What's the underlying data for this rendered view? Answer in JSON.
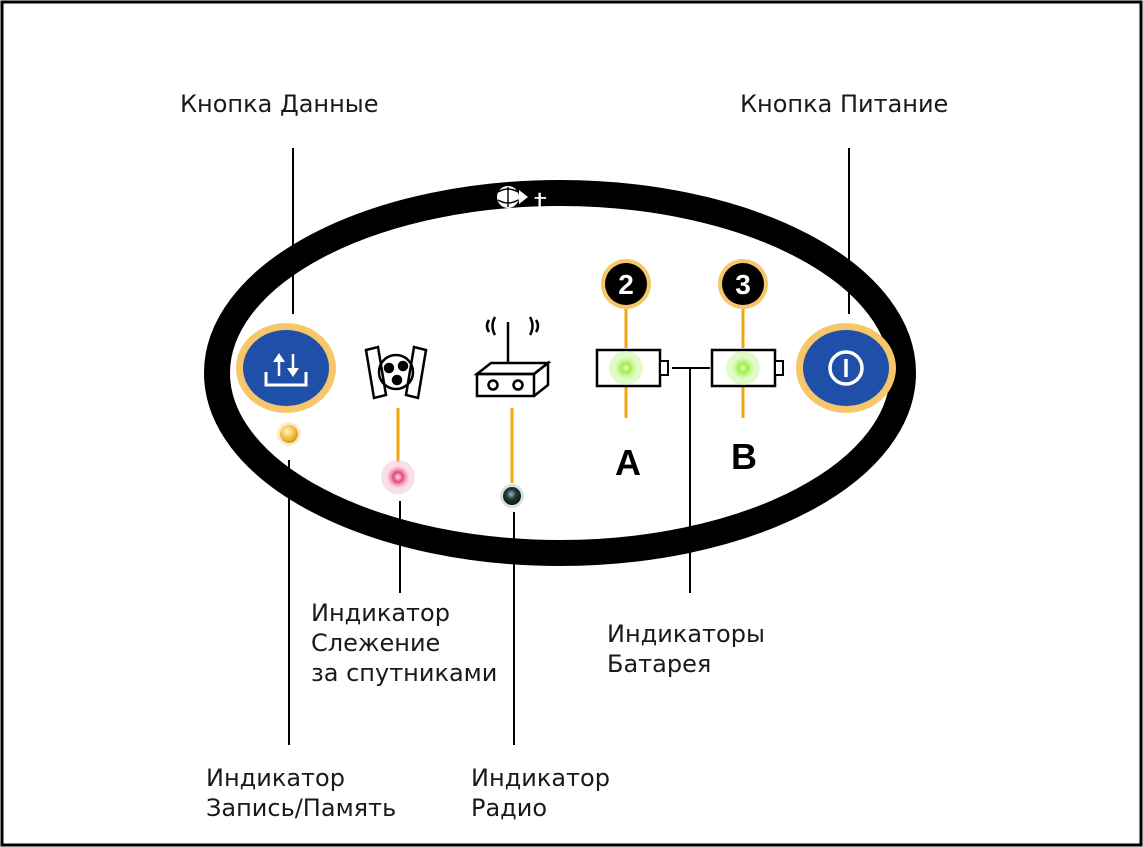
{
  "labels": {
    "data_button": "Кнопка Данные",
    "power_button": "Кнопка Питание",
    "sat_tracking": [
      "Индикатор",
      "Слежение",
      "за спутниками"
    ],
    "battery_indicators": [
      "Индикаторы",
      "Батарея"
    ],
    "record_memory": [
      "Индикатор",
      "Запись/Память"
    ],
    "radio": [
      "Индикатор",
      "Радио"
    ]
  },
  "panel": {
    "logo_text": "t",
    "battery_a_number": "2",
    "battery_b_number": "3",
    "battery_a_letter": "A",
    "battery_b_letter": "B"
  },
  "colors": {
    "panel_ring": "#000000",
    "button_blue": "#1f4fa8",
    "button_rim": "#f5c76a",
    "leader_orange": "#f2a60c",
    "record_led": "#f7c34a",
    "satellite_led": "#e8457e",
    "radio_led": "#243a3a",
    "battery_led": "#7fe82a"
  },
  "icons": {
    "data_button": "upload-download-arrows-icon",
    "power_button": "power-icon",
    "satellite": "satellite-icon",
    "radio": "radio-antenna-icon",
    "battery": "battery-icon"
  }
}
